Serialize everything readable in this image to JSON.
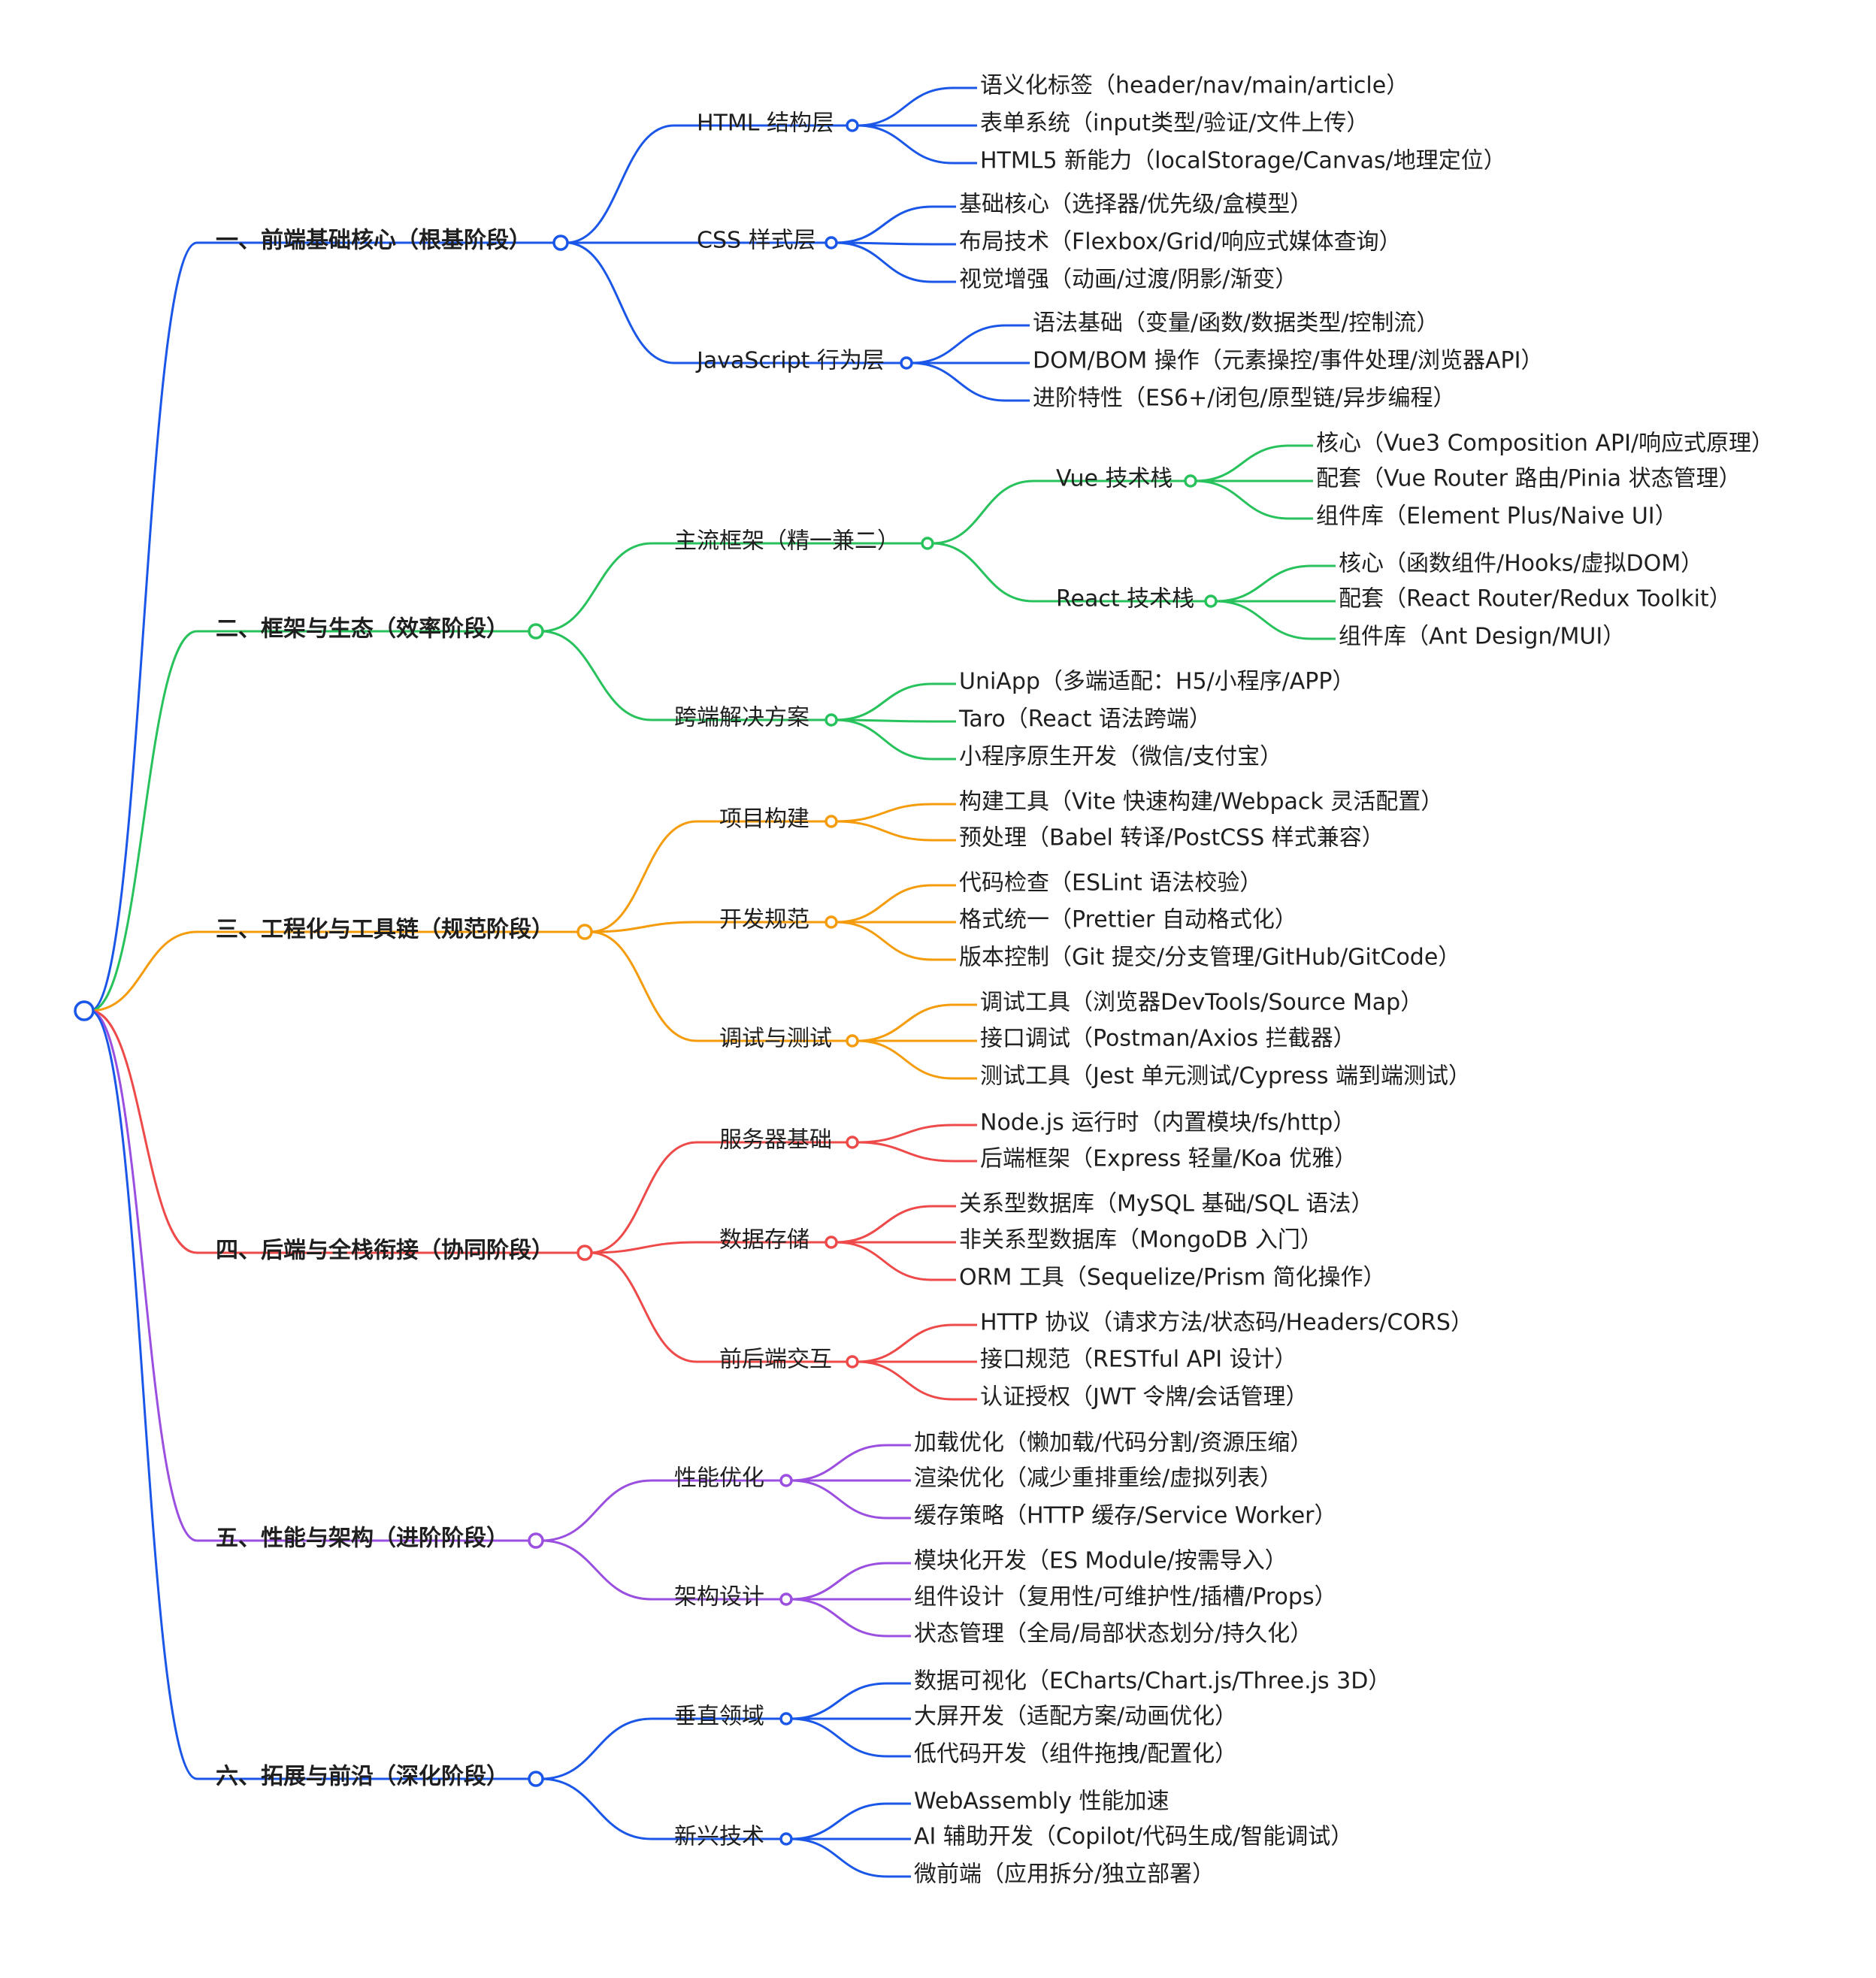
{
  "mindmap": {
    "branches": [
      {
        "label": "一、前端基础核心（根基阶段）",
        "color": "#1a57e8",
        "children": [
          {
            "label": "HTML 结构层",
            "children": [
              "语义化标签（header/nav/main/article）",
              "表单系统（input类型/验证/文件上传）",
              "HTML5 新能力（localStorage/Canvas/地理定位）"
            ]
          },
          {
            "label": "CSS 样式层",
            "children": [
              "基础核心（选择器/优先级/盒模型）",
              "布局技术（Flexbox/Grid/响应式媒体查询）",
              "视觉增强（动画/过渡/阴影/渐变）"
            ]
          },
          {
            "label": "JavaScript 行为层",
            "children": [
              "语法基础（变量/函数/数据类型/控制流）",
              "DOM/BOM 操作（元素操控/事件处理/浏览器API）",
              "进阶特性（ES6+/闭包/原型链/异步编程）"
            ]
          }
        ]
      },
      {
        "label": "二、框架与生态（效率阶段）",
        "color": "#27c25c",
        "children": [
          {
            "label": "主流框架（精一兼二）",
            "children": [
              {
                "label": "Vue 技术栈",
                "children": [
                  "核心（Vue3 Composition API/响应式原理）",
                  "配套（Vue Router 路由/Pinia 状态管理）",
                  "组件库（Element Plus/Naive UI）"
                ]
              },
              {
                "label": "React 技术栈",
                "children": [
                  "核心（函数组件/Hooks/虚拟DOM）",
                  "配套（React Router/Redux Toolkit）",
                  "组件库（Ant Design/MUI）"
                ]
              }
            ]
          },
          {
            "label": "跨端解决方案",
            "children": [
              "UniApp（多端适配：H5/小程序/APP）",
              "Taro（React 语法跨端）",
              "小程序原生开发（微信/支付宝）"
            ]
          }
        ]
      },
      {
        "label": "三、工程化与工具链（规范阶段）",
        "color": "#f59c0d",
        "children": [
          {
            "label": "项目构建",
            "children": [
              "构建工具（Vite 快速构建/Webpack 灵活配置）",
              "预处理（Babel 转译/PostCSS 样式兼容）"
            ]
          },
          {
            "label": "开发规范",
            "children": [
              "代码检查（ESLint 语法校验）",
              "格式统一（Prettier 自动格式化）",
              "版本控制（Git 提交/分支管理/GitHub/GitCode）"
            ]
          },
          {
            "label": "调试与测试",
            "children": [
              "调试工具（浏览器DevTools/Source Map）",
              "接口调试（Postman/Axios 拦截器）",
              "测试工具（Jest 单元测试/Cypress 端到端测试）"
            ]
          }
        ]
      },
      {
        "label": "四、后端与全栈衔接（协同阶段）",
        "color": "#ee4a4a",
        "children": [
          {
            "label": "服务器基础",
            "children": [
              "Node.js 运行时（内置模块/fs/http）",
              "后端框架（Express 轻量/Koa 优雅）"
            ]
          },
          {
            "label": "数据存储",
            "children": [
              "关系型数据库（MySQL 基础/SQL 语法）",
              "非关系型数据库（MongoDB 入门）",
              "ORM 工具（Sequelize/Prism 简化操作）"
            ]
          },
          {
            "label": "前后端交互",
            "children": [
              "HTTP 协议（请求方法/状态码/Headers/CORS）",
              "接口规范（RESTful API 设计）",
              "认证授权（JWT 令牌/会话管理）"
            ]
          }
        ]
      },
      {
        "label": "五、性能与架构（进阶阶段）",
        "color": "#9b4fe0",
        "children": [
          {
            "label": "性能优化",
            "children": [
              "加载优化（懒加载/代码分割/资源压缩）",
              "渲染优化（减少重排重绘/虚拟列表）",
              "缓存策略（HTTP 缓存/Service Worker）"
            ]
          },
          {
            "label": "架构设计",
            "children": [
              "模块化开发（ES Module/按需导入）",
              "组件设计（复用性/可维护性/插槽/Props）",
              "状态管理（全局/局部状态划分/持久化）"
            ]
          }
        ]
      },
      {
        "label": "六、拓展与前沿（深化阶段）",
        "color": "#1a57e8",
        "children": [
          {
            "label": "垂直领域",
            "children": [
              "数据可视化（ECharts/Chart.js/Three.js 3D）",
              "大屏开发（适配方案/动画优化）",
              "低代码开发（组件拖拽/配置化）"
            ]
          },
          {
            "label": "新兴技术",
            "children": [
              "WebAssembly 性能加速",
              "AI 辅助开发（Copilot/代码生成/智能调试）",
              "微前端（应用拆分/独立部署）"
            ]
          }
        ]
      }
    ]
  }
}
